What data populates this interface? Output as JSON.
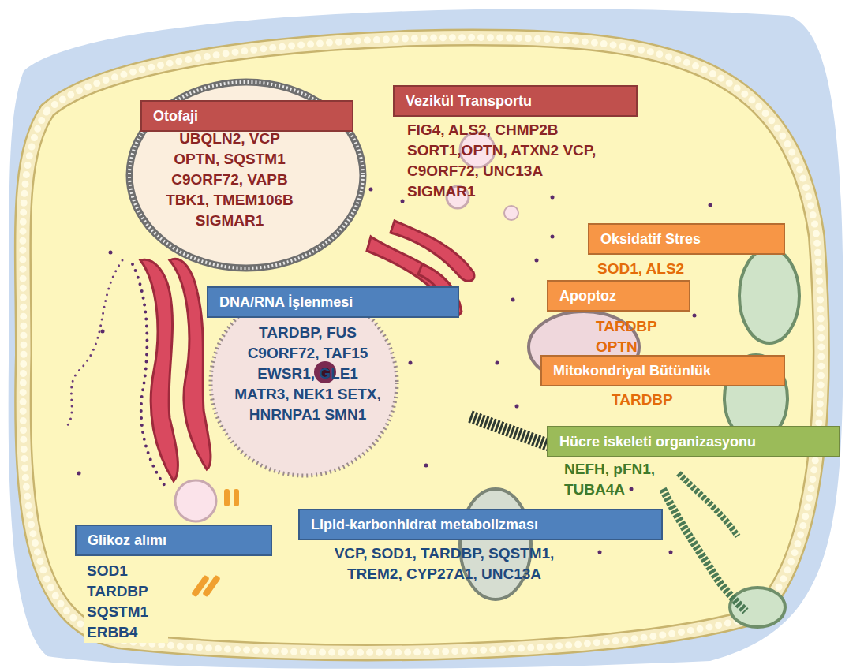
{
  "diagram": {
    "nodes": [
      {
        "text": [
          "Otofaji",
          "UBQLN2, VCP OPTN, SQSTM1 C9ORF72, VAPB TBK1, TMEM106B SIGMAR1"
        ]
      },
      {
        "text": [
          "Vezikül Transportu",
          "FIG4, ALS2, CHMP2B SORT1,OPTN, ATXN2 VCP, C9ORF72, UNC13A SIGMAR1"
        ]
      },
      {
        "text": [
          "Oksidatif Stres",
          "SOD1, ALS2"
        ]
      },
      {
        "text": [
          "DNA/RNA İşlenmesi",
          "TARDBP, FUS C9ORF72, TAF15 EWSR1, GLE1 MATR3, NEK1 SETX, HNRNPA1 SMN1"
        ]
      },
      {
        "text": [
          "Apoptoz",
          "TARDBP OPTN"
        ]
      },
      {
        "text": [
          "Mitokondriyal Bütünlük",
          "TARDBP"
        ]
      },
      {
        "text": [
          "Hücre iskeleti organizasyonu",
          "NEFH, pFN1, TUBA4A"
        ]
      },
      {
        "text": [
          "Glikoz alımı",
          "SOD1 TARDBP SQSTM1 ERBB4"
        ]
      },
      {
        "text": [
          "Lipid-karbonhidrat metabolizması",
          "VCP, SOD1, TARDBP, SQSTM1, TREM2, CYP27A1, UNC13A"
        ]
      }
    ]
  }
}
